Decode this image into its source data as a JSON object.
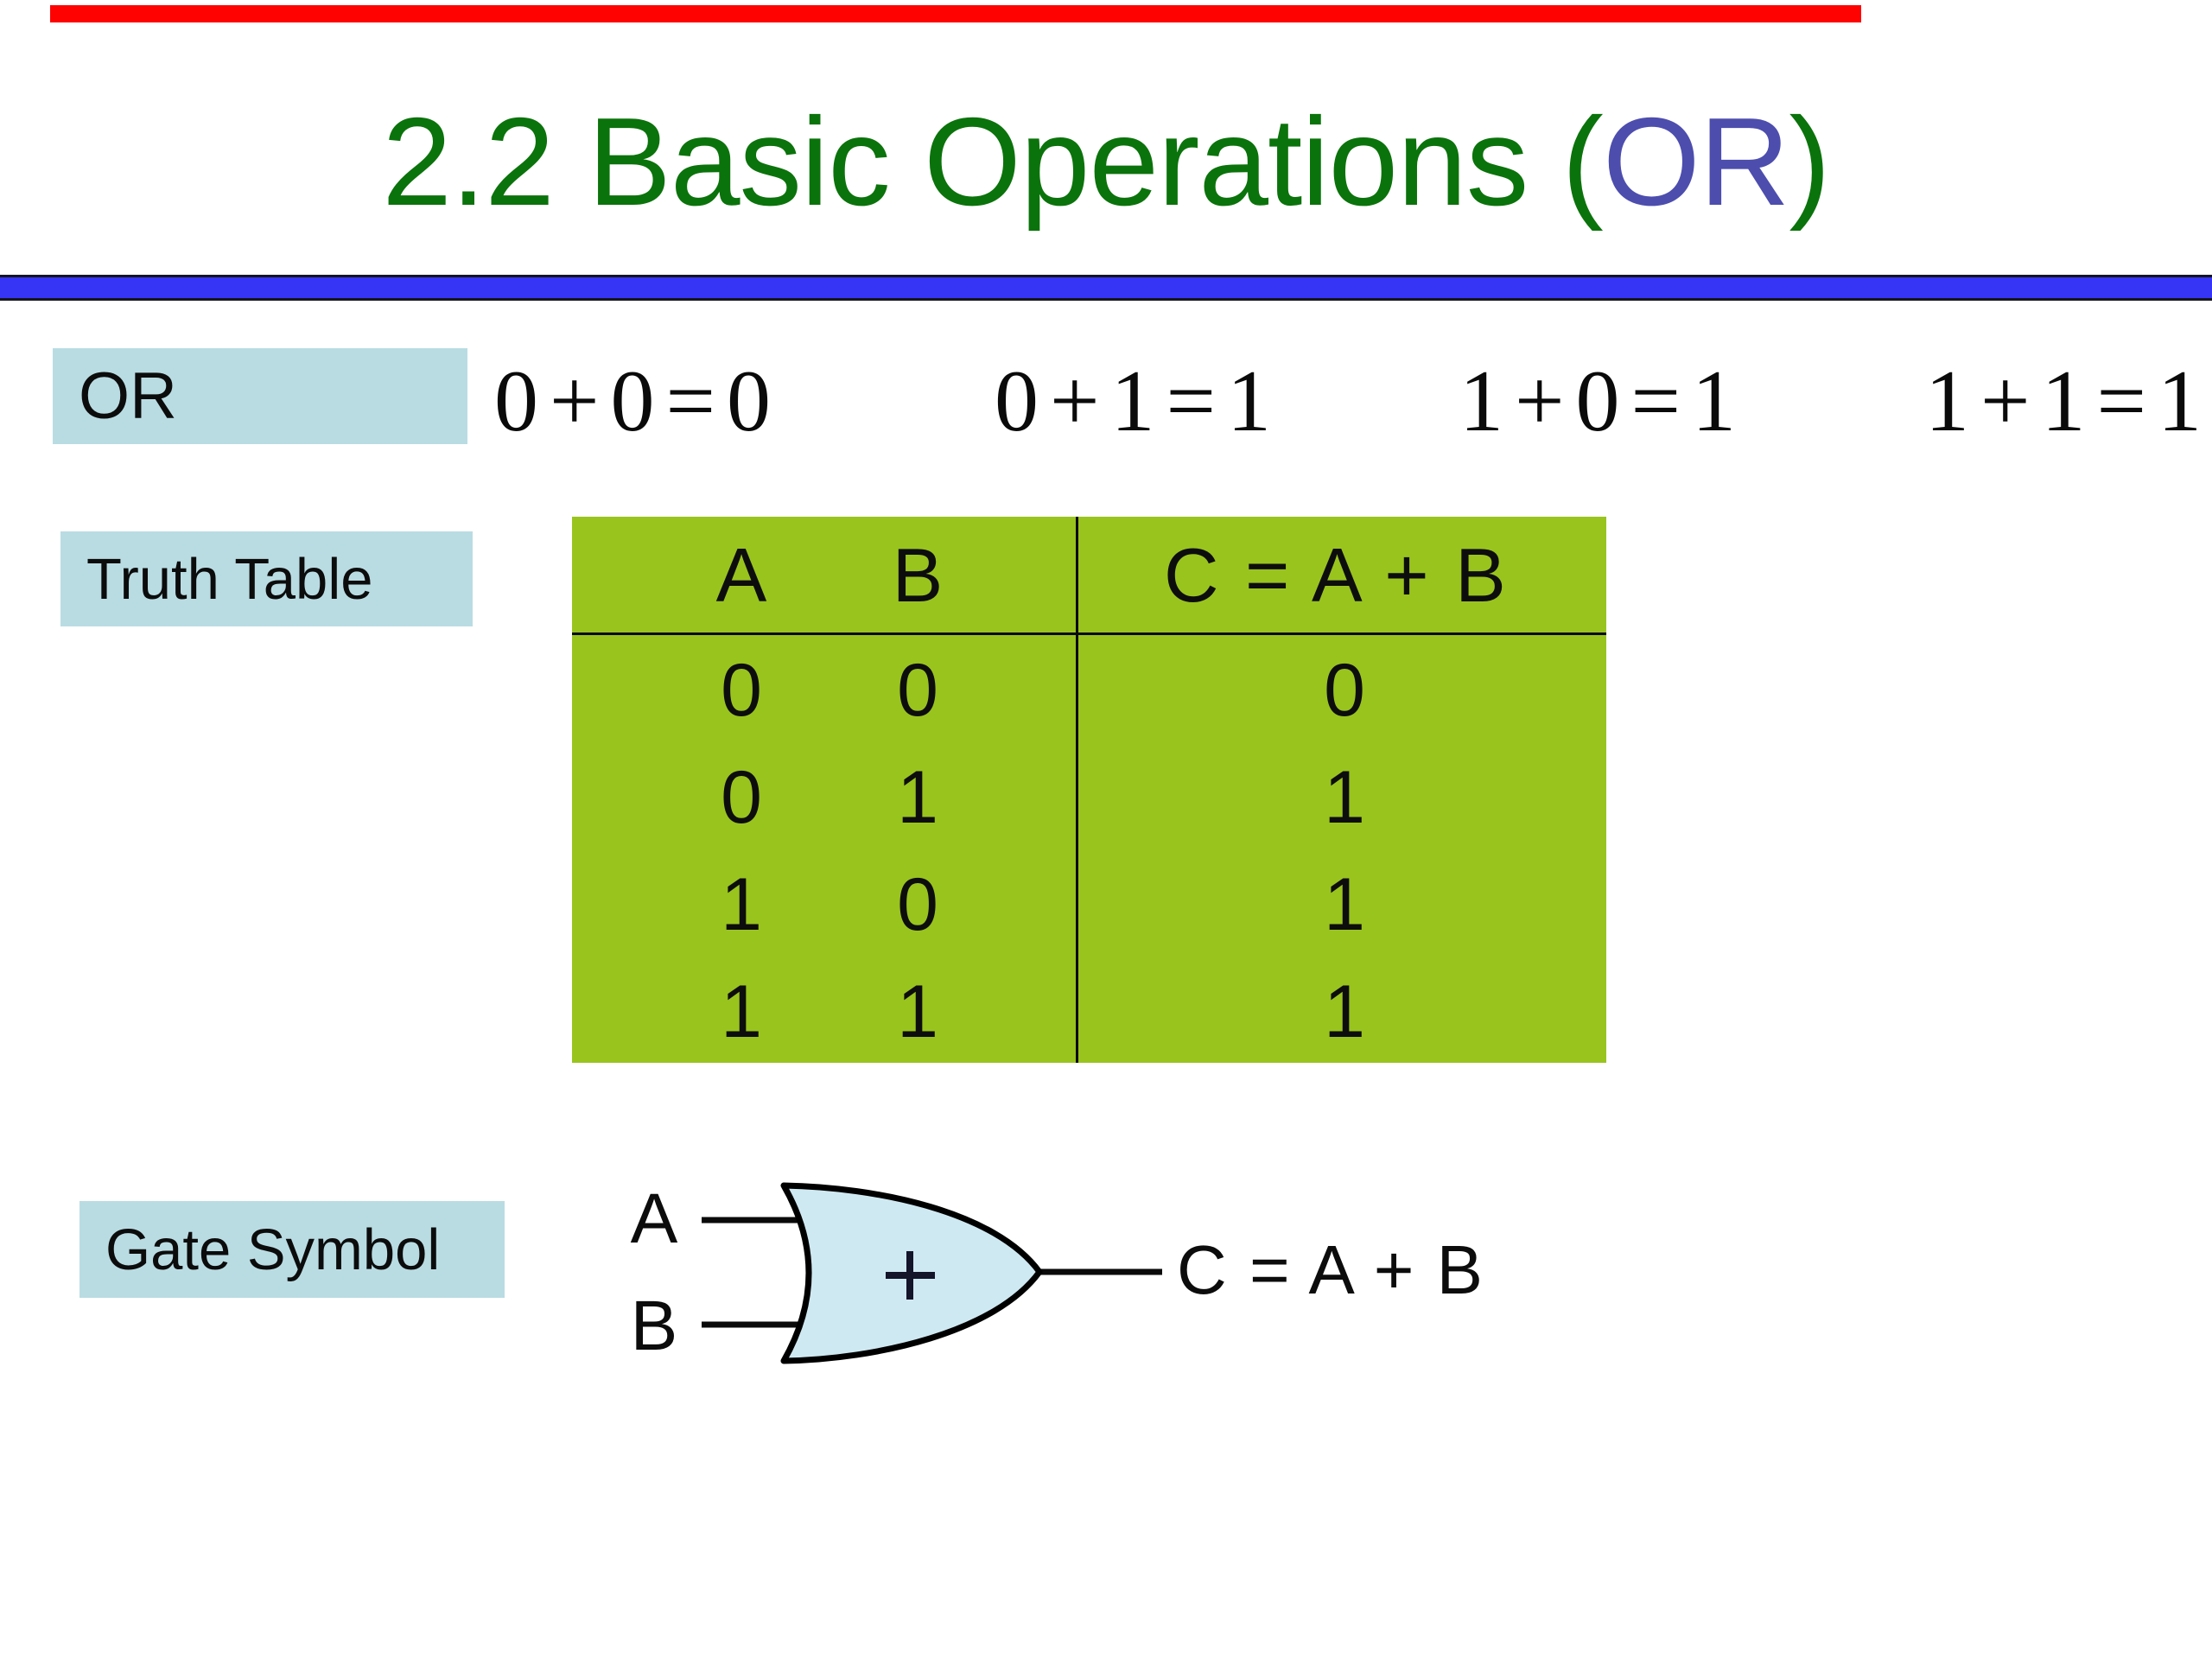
{
  "slide": {
    "title": {
      "prefix": "2.2 Basic Operations (",
      "highlight": "OR",
      "suffix": ")"
    },
    "colors": {
      "title_green": "#0b730b",
      "title_highlight_blue": "#4d4dae",
      "divider_blue": "#3634f5",
      "accent_red": "#fe0202",
      "label_box_blue": "#b9dce3",
      "table_green": "#99c41e",
      "gate_fill_blue": "#cfe9f2"
    },
    "or_section": {
      "label": "OR",
      "equations": [
        "0+0=0",
        "0+1=1",
        "1+0=1",
        "1+1=1"
      ]
    },
    "truth_table": {
      "label": "Truth Table",
      "headers": [
        "A",
        "B",
        "C = A + B"
      ],
      "rows": [
        [
          "0",
          "0",
          "0"
        ],
        [
          "0",
          "1",
          "1"
        ],
        [
          "1",
          "0",
          "1"
        ],
        [
          "1",
          "1",
          "1"
        ]
      ]
    },
    "gate": {
      "label": "Gate Symbol",
      "input_a": "A",
      "input_b": "B",
      "operator": "+",
      "output": "C = A + B"
    }
  }
}
